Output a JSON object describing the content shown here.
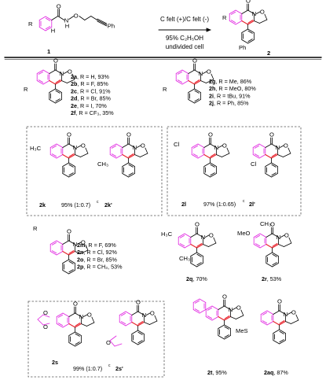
{
  "scheme": {
    "reactant_label": "1",
    "product_label": "2",
    "R": "R",
    "Ph": "Ph",
    "conditions": [
      "C felt (+)/C felt (-)",
      "95% C₂H₅OH",
      "undivided cell"
    ],
    "colors": {
      "highlight": "#e020e0",
      "bond_new": "#e8212a",
      "bond": "#000000"
    }
  },
  "box1": {
    "entries": [
      [
        "2a",
        ", R = H, 93%"
      ],
      [
        "2b",
        ", R = F, 85%"
      ],
      [
        "2c",
        ", R = Cl, 91%"
      ],
      [
        "2d",
        ", R = Br, 85%"
      ],
      [
        "2e",
        ", R = I, 70%"
      ],
      [
        "2f",
        ", R = CF₃, 35%"
      ]
    ]
  },
  "box2": {
    "entries": [
      [
        "2g",
        ", R = Me, 86%"
      ],
      [
        "2h",
        ", R = MeO, 80%"
      ],
      [
        "2i",
        ", R = tBu, 91%"
      ],
      [
        "2j",
        ", R = Ph, 85%"
      ]
    ]
  },
  "pair_k": {
    "sub": "H₃C",
    "sub2": "CH₃",
    "a": "2k",
    "b": "2k'",
    "yield": "95% (1:0.7)",
    "note": "c"
  },
  "pair_l": {
    "sub": "Cl",
    "sub2": "Cl",
    "a": "2l",
    "b": "2l'",
    "yield": "97% (1:0.65)",
    "note": "c"
  },
  "box3": {
    "R": "R",
    "entries": [
      [
        "2m",
        ", R = F, 69%"
      ],
      [
        "2n",
        ", R = Cl, 92%"
      ],
      [
        "2o",
        ", R = Br, 85%"
      ],
      [
        "2p",
        ", R = CH₃, 53%"
      ]
    ]
  },
  "q": {
    "sub1": "H₃C",
    "sub2": "CH₃",
    "id": "2q",
    "yield": ", 70%"
  },
  "r": {
    "sub1": "MeO",
    "sub2": "CH₃",
    "id": "2r",
    "yield": ", 53%"
  },
  "pair_s": {
    "a": "2s",
    "b": "2s'",
    "yield": "99% (1:0.7)",
    "note": "c"
  },
  "t": {
    "id": "2t",
    "yield": ", 95%"
  },
  "aq": {
    "sub": "MeS",
    "id": "2aq",
    "yield": ", 87%"
  },
  "atoms": {
    "O": "O",
    "N": "N"
  }
}
